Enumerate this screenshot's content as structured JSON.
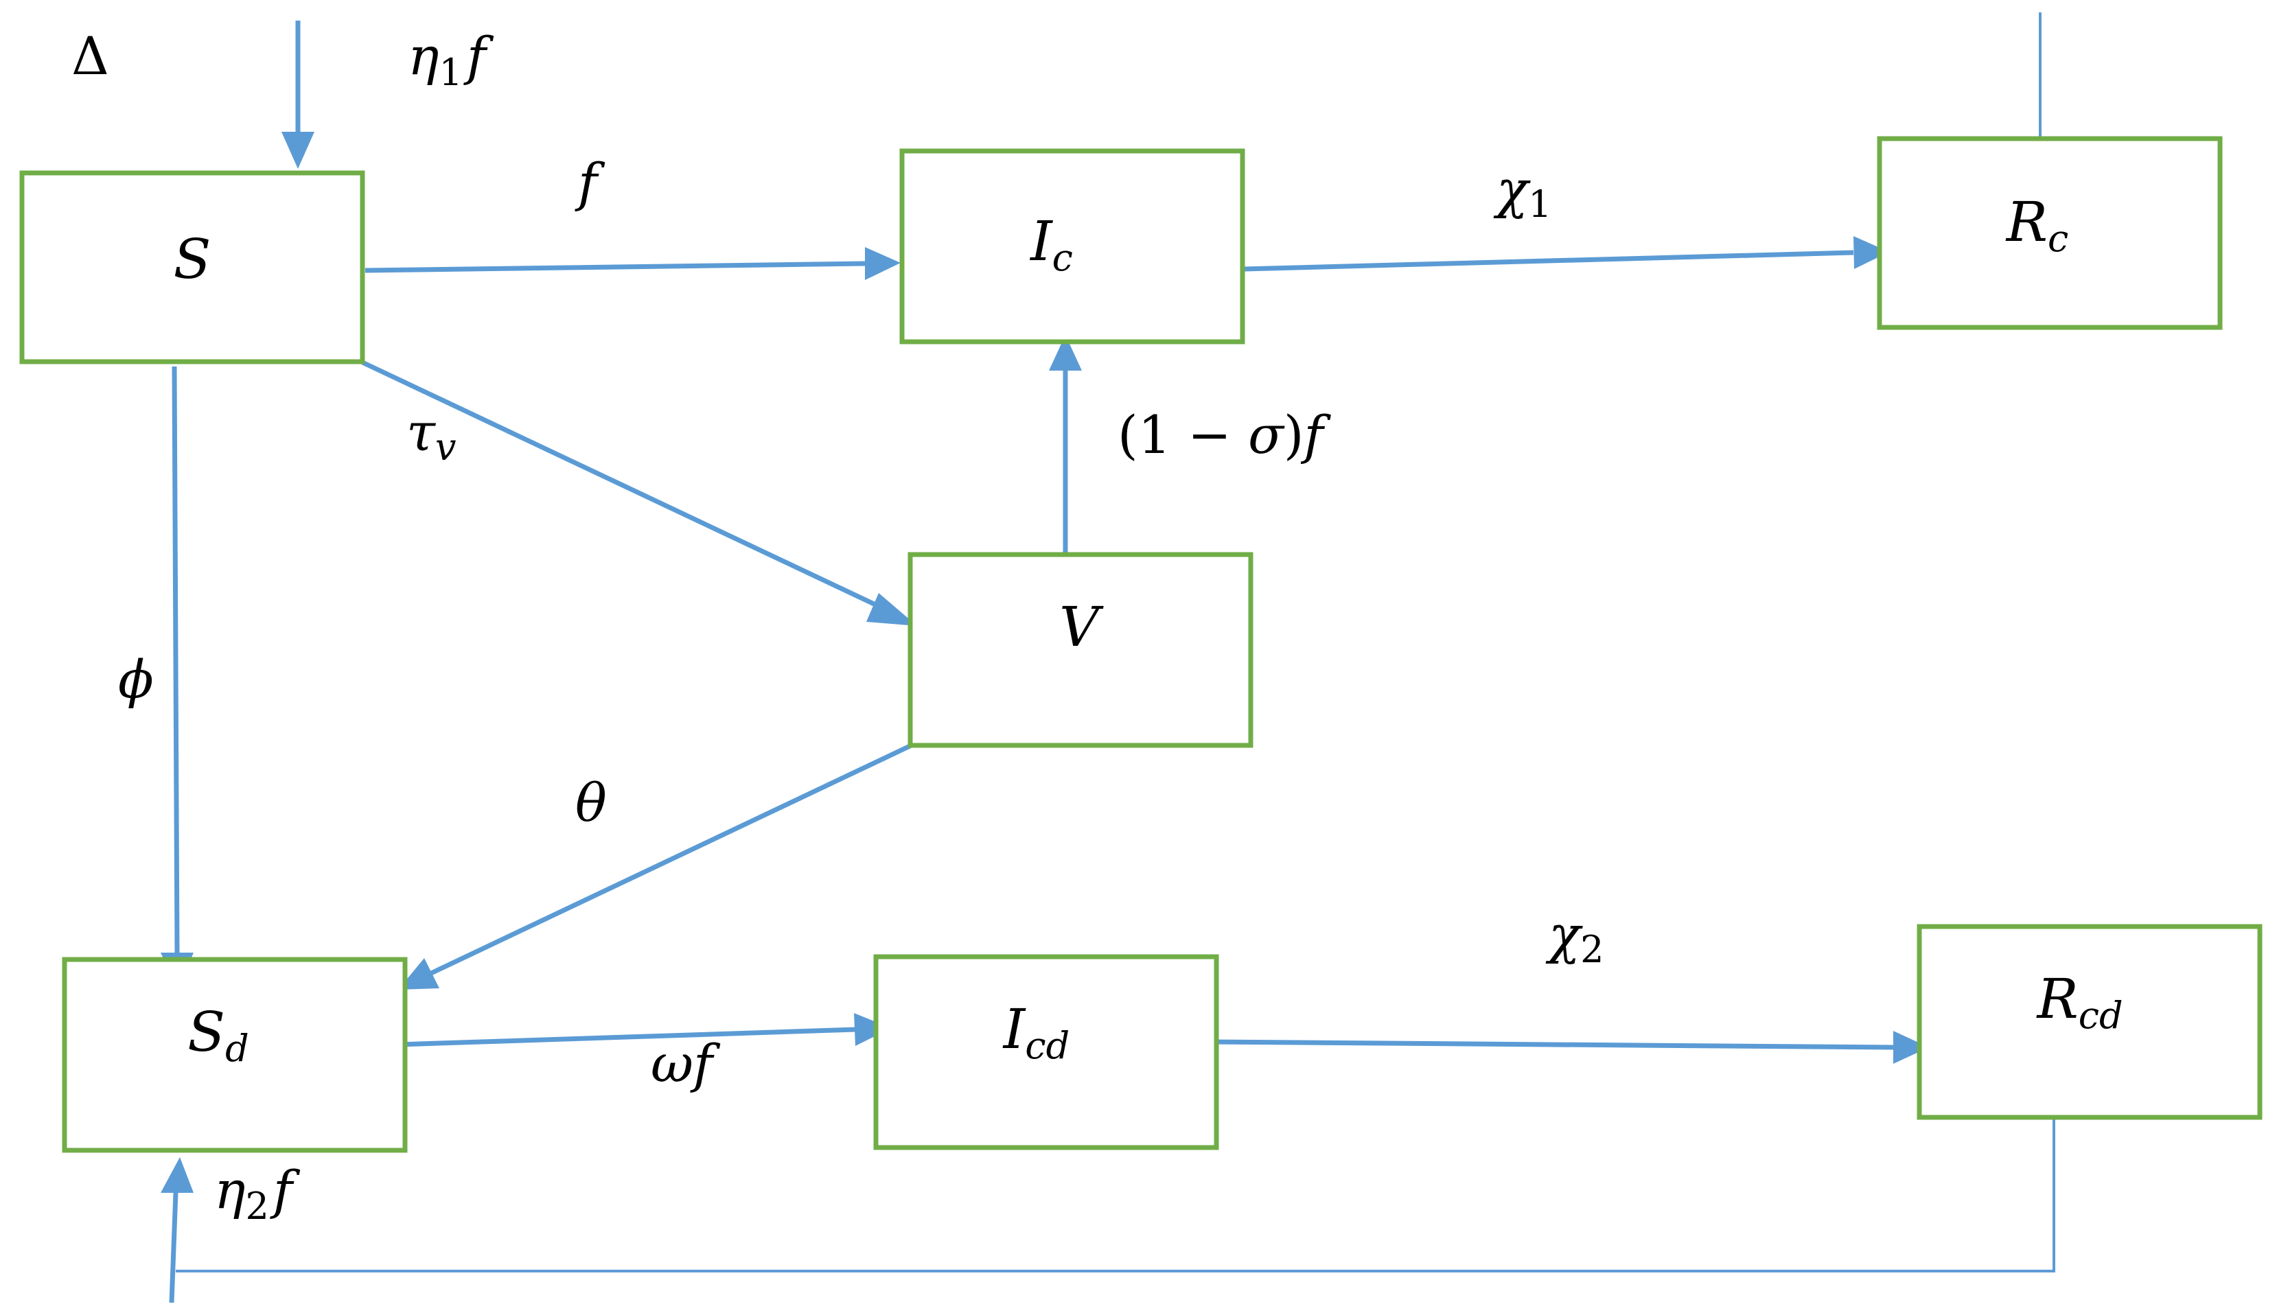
{
  "nodes": {
    "S": {
      "main": "S",
      "sub": ""
    },
    "Ic": {
      "main": "I",
      "sub": "c"
    },
    "Rc": {
      "main": "R",
      "sub": "c"
    },
    "V": {
      "main": "V",
      "sub": ""
    },
    "Sd": {
      "main": "S",
      "sub": "d"
    },
    "Icd": {
      "main": "I",
      "sub": "cd"
    },
    "Rcd": {
      "main": "R",
      "sub": "cd"
    }
  },
  "labels": {
    "delta": "Δ",
    "eta1f": {
      "main": "η",
      "sub": "1",
      "tail": "f"
    },
    "f": "f",
    "chi1": {
      "main": "χ",
      "sub": "1"
    },
    "tau_v": {
      "main": "τ",
      "sub": "v"
    },
    "one_minus_sigma_f": {
      "open": "(1 − ",
      "sigma": "σ",
      "close": ")",
      "f": "f"
    },
    "phi": "ϕ",
    "theta": "θ",
    "chi2": {
      "main": "χ",
      "sub": "2"
    },
    "omega_f": "ωf",
    "eta2f": {
      "main": "η",
      "sub": "2",
      "tail": "f"
    }
  },
  "colors": {
    "box_stroke": "#70ad47",
    "arrow": "#5b9bd5",
    "text": "#000000"
  }
}
